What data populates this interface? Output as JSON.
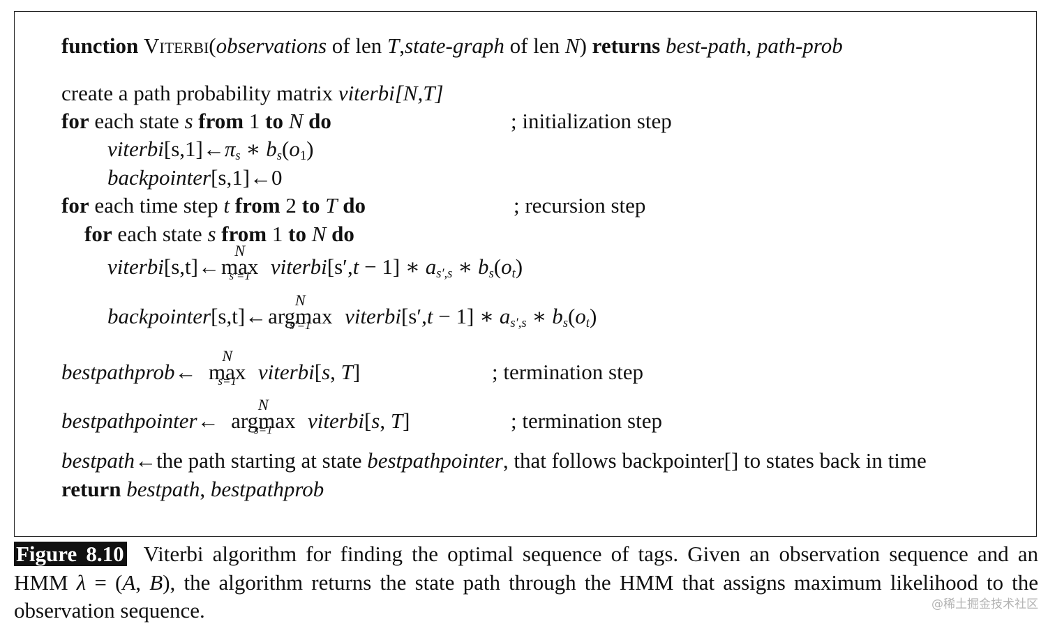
{
  "algorithm": {
    "signature": {
      "kw_function": "function",
      "name": "Viterbi",
      "open_paren": "(",
      "arg1": "observations",
      "of_len1": " of len ",
      "T": "T",
      "comma": ",",
      "arg2": "state-graph",
      "of_len2": " of len ",
      "N": "N",
      "close_paren": ")",
      "kw_returns": "returns",
      "ret1": "best-path",
      "ret_comma": ", ",
      "ret2": "path-prob"
    },
    "create": {
      "text": "create a path probability matrix ",
      "matrix": "viterbi[N,T]"
    },
    "loop1": {
      "kw_for": "for",
      "each": " each state ",
      "var": "s",
      "kw_from": "from",
      "start": " 1 ",
      "kw_to": "to",
      "end": "N",
      "kw_do": "do",
      "comment": "; initialization step"
    },
    "init1": {
      "lhs": "viterbi",
      "idx": "[s,1]",
      "arrow": "←",
      "pi": "π",
      "pi_sub": "s",
      "times": " ∗ ",
      "b": "b",
      "b_sub": "s",
      "open": "(",
      "o": "o",
      "o_sub": "1",
      "close": ")"
    },
    "init2": {
      "lhs": "backpointer",
      "idx": "[s,1]",
      "arrow": "←",
      "value": "0"
    },
    "loop2": {
      "kw_for": "for",
      "each": " each time step ",
      "var": "t",
      "kw_from": "from",
      "start": " 2 ",
      "kw_to": "to",
      "end": "T",
      "kw_do": "do",
      "comment": "; recursion step"
    },
    "loop3": {
      "kw_for": "for",
      "each": " each state ",
      "var": "s",
      "kw_from": "from",
      "start": " 1 ",
      "kw_to": "to",
      "end": "N",
      "kw_do": "do"
    },
    "rec1": {
      "lhs": "viterbi",
      "idx": "[s,t]",
      "arrow": "←",
      "op": "max",
      "op_upper": "N",
      "op_lower": "s′=1",
      "rhs_fn": "viterbi",
      "rhs_open": "[s′,",
      "rhs_t": "t",
      "rhs_minus": " − 1]",
      "times1": " ∗ ",
      "a": "a",
      "a_sub": "s′,s",
      "times2": " ∗ ",
      "b": "b",
      "b_sub": "s",
      "open": "(",
      "o": "o",
      "o_sub": "t",
      "close": ")"
    },
    "rec2": {
      "lhs": "backpointer",
      "idx": "[s,t]",
      "arrow": "←",
      "op": "argmax",
      "op_upper": "N",
      "op_lower": "s′=1",
      "rhs_fn": "viterbi",
      "rhs_open": "[s′,",
      "rhs_t": "t",
      "rhs_minus": " − 1]",
      "times1": " ∗ ",
      "a": "a",
      "a_sub": "s′,s",
      "times2": " ∗ ",
      "b": "b",
      "b_sub": "s",
      "open": "(",
      "o": "o",
      "o_sub": "t",
      "close": ")"
    },
    "term1": {
      "lhs": "bestpathprob",
      "arrow": "←",
      "op": "max",
      "op_upper": "N",
      "op_lower": "s=1",
      "rhs_fn": "viterbi",
      "rhs_open": "[",
      "rhs_s": "s",
      "rhs_comma": ", ",
      "rhs_T": "T",
      "rhs_close": "]",
      "comment": "; termination step"
    },
    "term2": {
      "lhs": "bestpathpointer",
      "arrow": "←",
      "op": "argmax",
      "op_upper": "N",
      "op_lower": "s=1",
      "rhs_fn": "viterbi",
      "rhs_open": "[",
      "rhs_s": "s",
      "rhs_comma": ", ",
      "rhs_T": "T",
      "rhs_close": "]",
      "comment": "; termination step"
    },
    "bestpath": {
      "lhs": "bestpath",
      "arrow": "←",
      "text1": "the path starting at state ",
      "ptr": "bestpathpointer",
      "text2": ", that follows backpointer[] to states back in time"
    },
    "ret": {
      "kw_return": "return",
      "v1": "bestpath",
      "comma": ", ",
      "v2": "bestpathprob"
    }
  },
  "caption": {
    "label": "Figure 8.10",
    "part1": "Viterbi algorithm for finding the optimal sequence of tags. Given an observation sequence and an HMM ",
    "math_lambda": "λ",
    "math_eq": " = (",
    "math_A": "A",
    "math_comma": ", ",
    "math_B": "B",
    "math_close": ")",
    "part2": ", the algorithm returns the state path through the HMM that assigns maximum likelihood to the observation sequence."
  },
  "watermark": "@稀土掘金技术社区"
}
